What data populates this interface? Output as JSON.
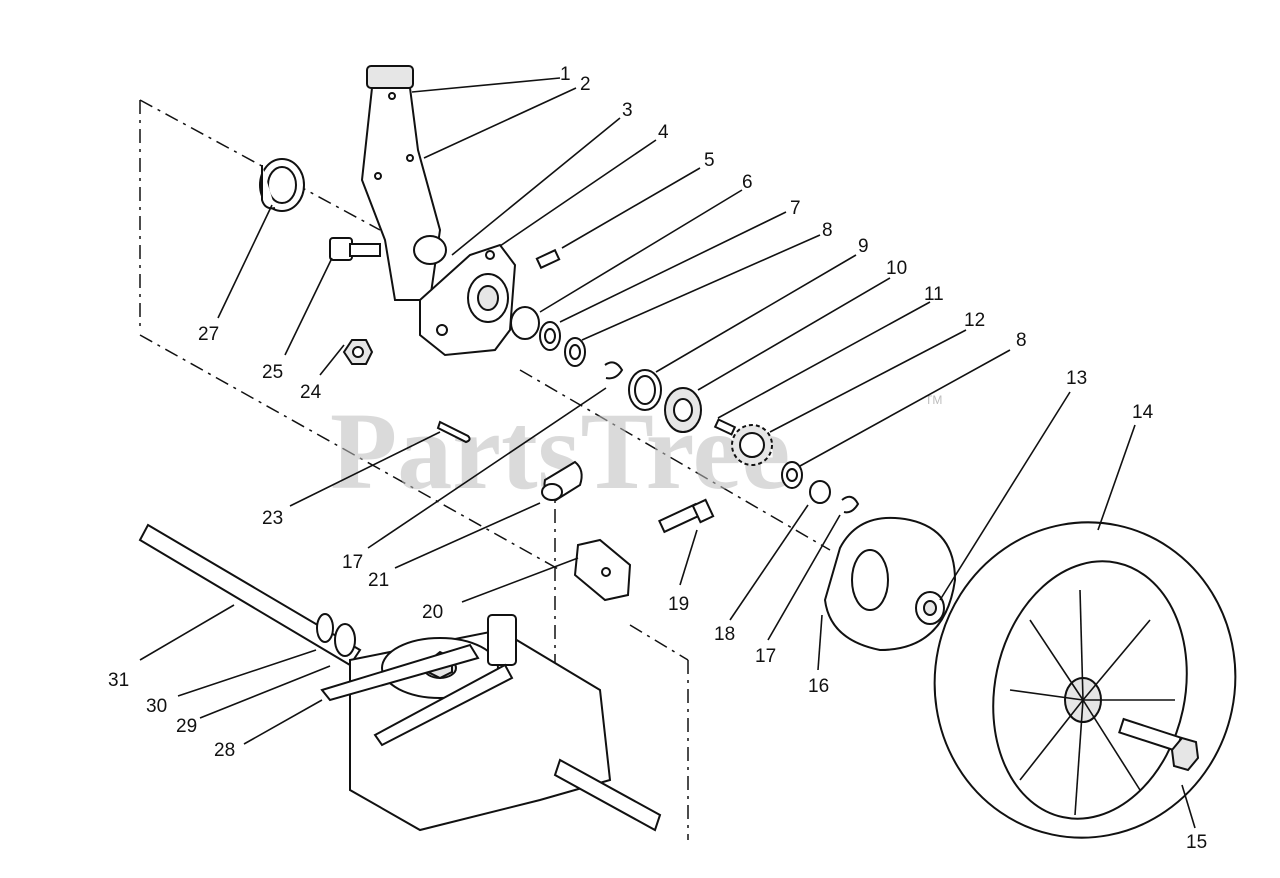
{
  "watermark": {
    "text": "PartsTree",
    "tm": "TM"
  },
  "callouts": [
    {
      "id": "c1",
      "label": "1"
    },
    {
      "id": "c2",
      "label": "2"
    },
    {
      "id": "c3",
      "label": "3"
    },
    {
      "id": "c4",
      "label": "4"
    },
    {
      "id": "c5",
      "label": "5"
    },
    {
      "id": "c6",
      "label": "6"
    },
    {
      "id": "c7",
      "label": "7"
    },
    {
      "id": "c8a",
      "label": "8"
    },
    {
      "id": "c9",
      "label": "9"
    },
    {
      "id": "c10",
      "label": "10"
    },
    {
      "id": "c11",
      "label": "11"
    },
    {
      "id": "c12",
      "label": "12"
    },
    {
      "id": "c8b",
      "label": "8"
    },
    {
      "id": "c13",
      "label": "13"
    },
    {
      "id": "c14",
      "label": "14"
    },
    {
      "id": "c15",
      "label": "15"
    },
    {
      "id": "c16",
      "label": "16"
    },
    {
      "id": "c17a",
      "label": "17"
    },
    {
      "id": "c18",
      "label": "18"
    },
    {
      "id": "c19",
      "label": "19"
    },
    {
      "id": "c20",
      "label": "20"
    },
    {
      "id": "c21",
      "label": "21"
    },
    {
      "id": "c17b",
      "label": "17"
    },
    {
      "id": "c23",
      "label": "23"
    },
    {
      "id": "c24",
      "label": "24"
    },
    {
      "id": "c25",
      "label": "25"
    },
    {
      "id": "c27",
      "label": "27"
    },
    {
      "id": "c28",
      "label": "28"
    },
    {
      "id": "c29",
      "label": "29"
    },
    {
      "id": "c30",
      "label": "30"
    },
    {
      "id": "c31",
      "label": "31"
    }
  ]
}
